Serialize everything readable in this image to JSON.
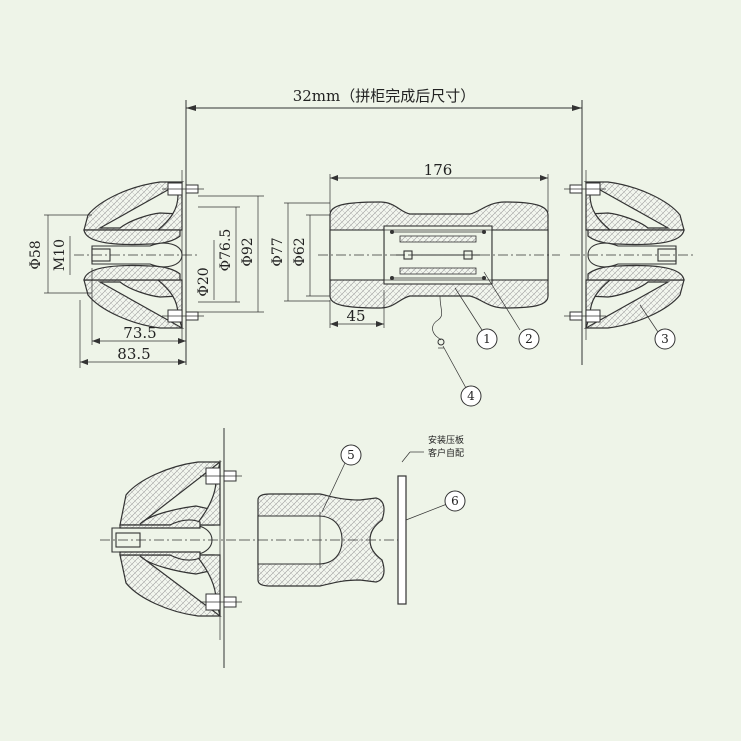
{
  "dimensions": {
    "overall": "32mm（拼柜完成后尺寸）",
    "left": {
      "phi58": "Φ58",
      "m10": "M10",
      "phi20": "Φ20",
      "phi76_5": "Φ76.5",
      "phi92": "Φ92",
      "len73_5": "73.5",
      "len83_5": "83.5"
    },
    "center": {
      "len176": "176",
      "phi77": "Φ77",
      "phi62": "Φ62",
      "len45": "45"
    }
  },
  "balloons": [
    "1",
    "2",
    "3",
    "4",
    "5",
    "6"
  ],
  "note": {
    "line1": "安装压板",
    "line2": "客户自配"
  },
  "colors": {
    "background": "#eef4e8",
    "line": "#333333"
  }
}
